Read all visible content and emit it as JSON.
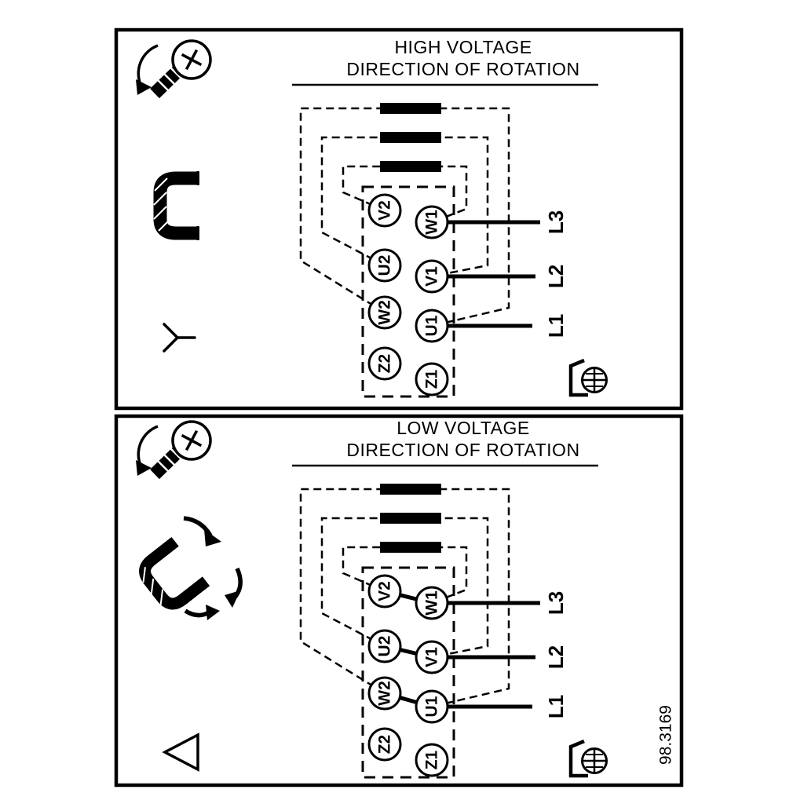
{
  "diagram": {
    "high_voltage": {
      "title_line1": "HIGH VOLTAGE",
      "title_line2": "DIRECTION OF ROTATION"
    },
    "low_voltage": {
      "title_line1": "LOW VOLTAGE",
      "title_line2": "DIRECTION OF ROTATION"
    },
    "terminals": {
      "left": [
        "V2",
        "U2",
        "W2",
        "Z2"
      ],
      "right": [
        "W1",
        "V1",
        "U1",
        "Z1"
      ]
    },
    "supply_lines": [
      "L3",
      "L2",
      "L1"
    ],
    "figure_number": "98.3169",
    "icons": {
      "screw_rotation": "screw-with-rotation-arrow-icon",
      "link_bracket": "terminal-link-icon",
      "star": "star-connection-icon",
      "delta": "delta-connection-icon",
      "delta_links": "link-repositioning-icon",
      "ground": "ground-screw-icon"
    },
    "colors": {
      "line": "#000000",
      "background": "#ffffff"
    }
  }
}
